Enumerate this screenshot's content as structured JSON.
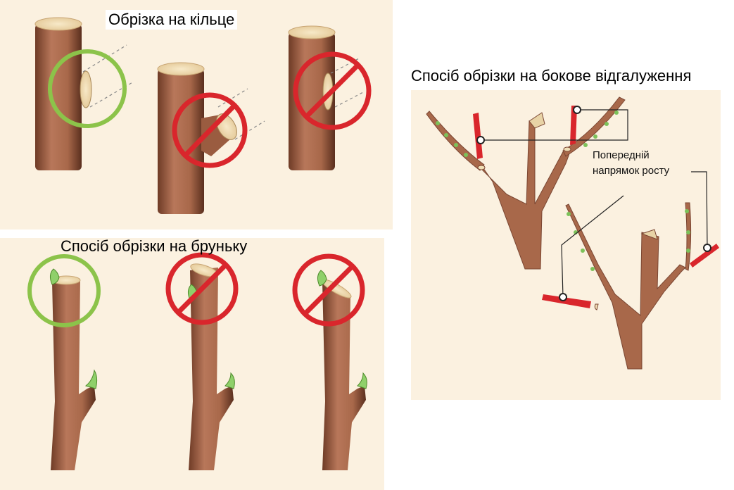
{
  "panels": {
    "ring": {
      "title": "Обрізка на кільце"
    },
    "bud": {
      "title": "Спосіб обрізки на бруньку"
    },
    "lateral": {
      "title": "Спосіб обрізки на бокове відгалуження",
      "note_line1": "Попередній",
      "note_line2": "напрямок росту"
    }
  },
  "colors": {
    "correct": "#8cc34a",
    "wrong": "#d9262c",
    "bark": "#a8684a",
    "bark_dark": "#6e3b26",
    "cut_wood": "#f1dfb6",
    "leaf": "#8fd06a",
    "panel_bg": "#fbf1e0"
  },
  "icons": {
    "correct": "green-ring-icon",
    "wrong": "red-prohibition-icon"
  }
}
